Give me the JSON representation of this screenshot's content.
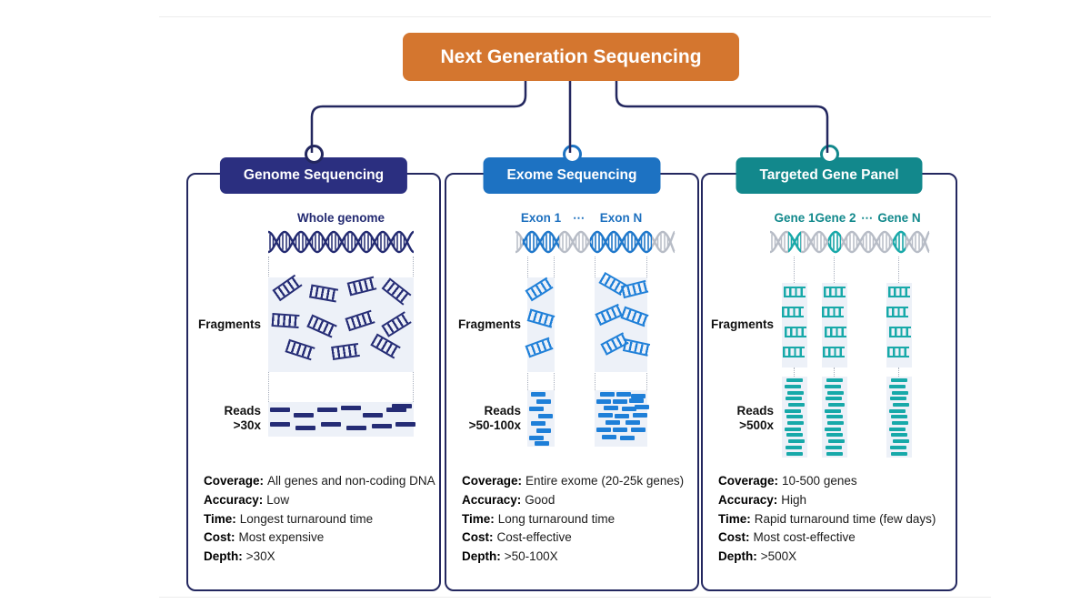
{
  "title": {
    "label": "Next Generation Sequencing"
  },
  "colors": {
    "title_bg": "#d4762f",
    "genome": "#2b2f80",
    "exome": "#1d72c2",
    "targeted": "#12888c",
    "connector": "#23275f",
    "icon_navy": "#252c75",
    "icon_blue": "#1e7fd8",
    "icon_teal": "#17a9a9",
    "helix_gray": "#b7bcc6",
    "zone_bg": "#edf1f8"
  },
  "icons": {
    "dna_helix": "dna-helix-icon",
    "fragment": "dna-fragment-icon",
    "read": "read-dash-icon",
    "node": "branch-node-icon"
  },
  "branches": [
    {
      "header": "Genome Sequencing",
      "region_labels": [
        "Whole genome"
      ],
      "fragments_label": "Fragments",
      "reads_label": "Reads",
      "reads_depth": ">30x",
      "info": [
        {
          "label": "Coverage:",
          "value": "All genes and non-coding DNA"
        },
        {
          "label": "Accuracy:",
          "value": "Low"
        },
        {
          "label": "Time:",
          "value": "Longest turnaround time"
        },
        {
          "label": "Cost:",
          "value": "Most expensive"
        },
        {
          "label": "Depth:",
          "value": ">30X"
        }
      ]
    },
    {
      "header": "Exome Sequencing",
      "region_labels": [
        "Exon 1",
        "⋯",
        "Exon N"
      ],
      "fragments_label": "Fragments",
      "reads_label": "Reads",
      "reads_depth": ">50-100x",
      "info": [
        {
          "label": "Coverage:",
          "value": "Entire exome (20-25k genes)"
        },
        {
          "label": "Accuracy:",
          "value": "Good"
        },
        {
          "label": "Time:",
          "value": "Long turnaround time"
        },
        {
          "label": "Cost:",
          "value": "Cost-effective"
        },
        {
          "label": "Depth:",
          "value": ">50-100X"
        }
      ]
    },
    {
      "header": "Targeted Gene Panel",
      "region_labels": [
        "Gene 1",
        "Gene 2",
        "⋯",
        "Gene N"
      ],
      "fragments_label": "Fragments",
      "reads_label": "Reads",
      "reads_depth": ">500x",
      "info": [
        {
          "label": "Coverage:",
          "value": "10-500 genes"
        },
        {
          "label": "Accuracy:",
          "value": "High"
        },
        {
          "label": "Time:",
          "value": "Rapid turnaround time (few days)"
        },
        {
          "label": "Cost:",
          "value": "Most cost-effective"
        },
        {
          "label": "Depth:",
          "value": ">500X"
        }
      ]
    }
  ]
}
